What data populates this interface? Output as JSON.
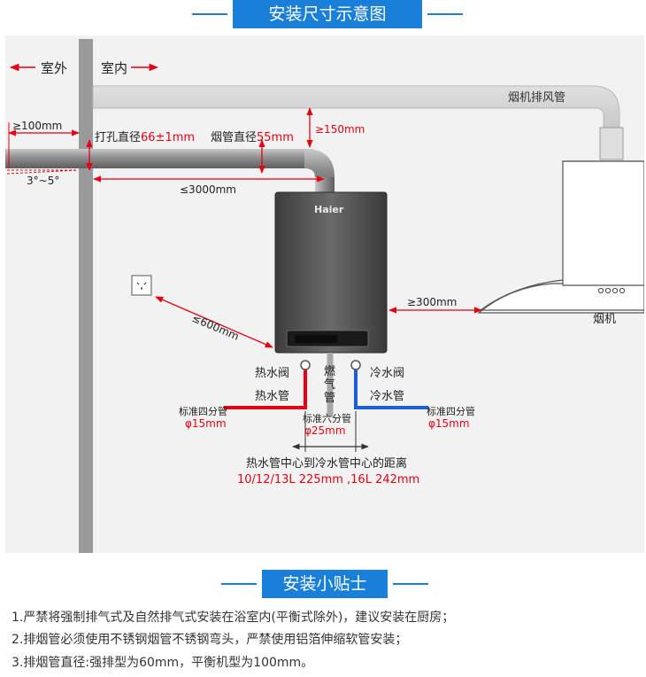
{
  "title": "安装尺寸示意图",
  "tips_title": "安装小贴士",
  "labels": {
    "outdoor": "室外",
    "indoor": "室内",
    "hood_duct": "烟机排风管",
    "ge100": "≥100mm",
    "drill_prefix": "打孔直径",
    "drill_value": "66±1mm",
    "flue_prefix": "烟管直径",
    "flue_value": "55mm",
    "ge150": "≥150mm",
    "slope": "3°~5°",
    "le3000": "≤3000mm",
    "brand": "Haier",
    "ge300": "≥300mm",
    "hood": "烟机",
    "le600": "≤600mm",
    "hot_valve": "热水阀",
    "hot_pipe": "热水管",
    "gas_chars": [
      "燃",
      "气",
      "管"
    ],
    "cold_valve": "冷水阀",
    "cold_pipe": "冷水管",
    "std4_left": "标准四分管",
    "phi15_left": "φ15mm",
    "std6": "标准六分管",
    "phi25": "φ25mm",
    "std4_right": "标准四分管",
    "phi15_right": "φ15mm",
    "distance_title": "热水管中心到冷水管中心的距离",
    "distance_value": "10/12/13L 225mm ,16L 242mm"
  },
  "tips": [
    "1.严禁将强制排气式及自然排气式安装在浴室内(平衡式除外)，建议安装在厨房；",
    "2.排烟管必须使用不锈钢烟管不锈钢弯头，严禁使用铝箔伸缩软管安装；",
    "3.排烟管直径:强排型为60mm，平衡机型为100mm。"
  ],
  "colors": {
    "accent_blue": "#1a7fd8",
    "dimension_red": "#e60012",
    "hot_pipe": "#e60012",
    "cold_pipe": "#1e5fd6"
  }
}
